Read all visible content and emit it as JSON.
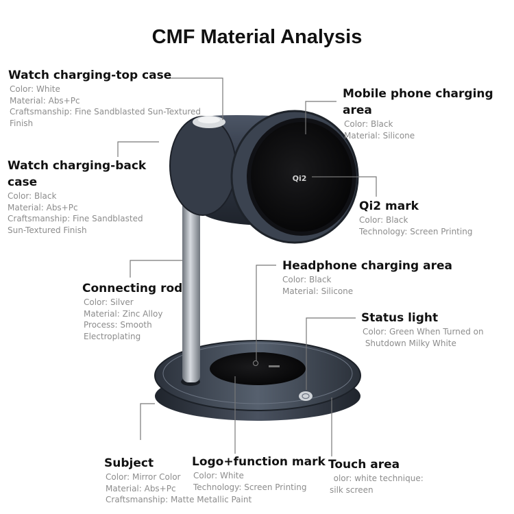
{
  "title": "CMF Material Analysis",
  "colors": {
    "product_body": "#3a4250",
    "rod": "#9aa0a8",
    "leader_line": "#777777",
    "heading": "#111111",
    "detail": "#8c8c8c"
  },
  "callouts": {
    "watch_top": {
      "heading": "Watch charging-top case",
      "lines": [
        "Color: White",
        "Material: Abs+Pc",
        "Craftsmanship: Fine Sandblasted Sun-Textured",
        "Finish"
      ]
    },
    "phone_area": {
      "heading": [
        "Mobile phone charging",
        "area"
      ],
      "lines": [
        "Color: Black",
        "Material: Silicone"
      ]
    },
    "watch_back": {
      "heading": [
        "Watch charging-back",
        "case"
      ],
      "lines": [
        "Color: Black",
        "Material: Abs+Pc",
        "Craftsmanship: Fine Sandblasted",
        "Sun-Textured Finish"
      ]
    },
    "qi2": {
      "heading": "Qi2 mark",
      "lines": [
        "Color: Black",
        "Technology: Screen Printing"
      ]
    },
    "headphone": {
      "heading": "Headphone charging area",
      "lines": [
        "Color: Black",
        "Material: Silicone"
      ]
    },
    "rod": {
      "heading": "Connecting rod",
      "lines": [
        "Color: Silver",
        "Material: Zinc Alloy",
        "Process: Smooth",
        "Electroplating"
      ]
    },
    "status": {
      "heading": "Status light",
      "lines": [
        "Color: Green When Turned on",
        " Shutdown Milky White"
      ]
    },
    "subject": {
      "heading": "Subject",
      "lines": [
        "Color: Mirror Color",
        "Material: Abs+Pc",
        "Craftsmanship: Matte Metallic Paint"
      ]
    },
    "logo": {
      "heading": "Logo+function mark",
      "lines": [
        "Color: White",
        "Technology: Screen Printing"
      ]
    },
    "touch": {
      "heading": "Touch area",
      "lines": [
        "  olor: white technique:",
        "silk screen"
      ]
    }
  },
  "product": {
    "qi2_mark": "Qi2"
  }
}
